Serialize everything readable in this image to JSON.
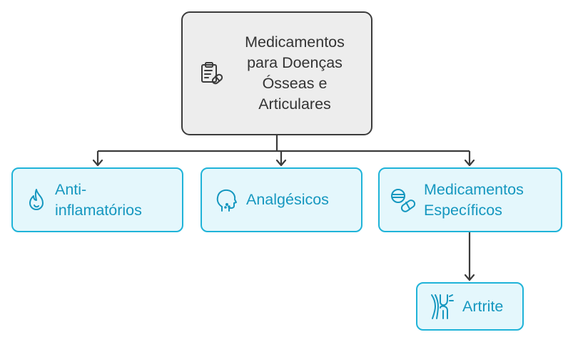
{
  "root": {
    "label": "Medicamentos para Doenças Ósseas e Articulares",
    "icon": "clipboard-pill-icon"
  },
  "children": [
    {
      "label": "Anti-inflamatórios",
      "icon": "flame-icon"
    },
    {
      "label": "Analgésicos",
      "icon": "head-profile-icon"
    },
    {
      "label": "Medicamentos Específicos",
      "icon": "pills-icon"
    }
  ],
  "grandchild": {
    "label": "Artrite",
    "icon": "joint-icon"
  },
  "colors": {
    "root_fill": "#ededed",
    "root_border": "#3b3b3b",
    "child_fill": "#e4f7fc",
    "child_border": "#1fb3d8",
    "child_text": "#1597bf",
    "connector": "#3b3b3b"
  }
}
